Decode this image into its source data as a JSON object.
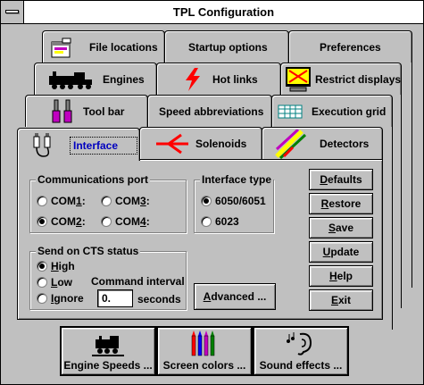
{
  "window": {
    "title": "TPL Configuration"
  },
  "tabs": {
    "row1": [
      {
        "label": "File locations",
        "icon": "folder-icon"
      },
      {
        "label": "Startup options",
        "icon": ""
      },
      {
        "label": "Preferences",
        "icon": ""
      }
    ],
    "row2": [
      {
        "label": "Engines",
        "icon": "locomotive-icon"
      },
      {
        "label": "Hot links",
        "icon": "lightning-icon"
      },
      {
        "label": "Restrict displays",
        "icon": "monitor-icon"
      }
    ],
    "row3": [
      {
        "label": "Tool bar",
        "icon": "tools-icon"
      },
      {
        "label": "Speed abbreviations",
        "icon": ""
      },
      {
        "label": "Execution grid",
        "icon": "grid-icon"
      }
    ],
    "row4": [
      {
        "label": "Interface",
        "icon": "interface-icon",
        "active": true
      },
      {
        "label": "Solenoids",
        "icon": "solenoid-icon"
      },
      {
        "label": "Detectors",
        "icon": "detector-icon"
      }
    ]
  },
  "comm_port": {
    "legend": "Communications port",
    "options": [
      {
        "pre": "COM",
        "key": "1",
        "post": ":",
        "selected": false
      },
      {
        "pre": "COM",
        "key": "3",
        "post": ":",
        "selected": false
      },
      {
        "pre": "COM",
        "key": "2",
        "post": ":",
        "selected": true
      },
      {
        "pre": "COM",
        "key": "4",
        "post": ":",
        "selected": false
      }
    ]
  },
  "interface_type": {
    "legend": "Interface type",
    "options": [
      {
        "label": "6050/6051",
        "selected": true
      },
      {
        "label": "6023",
        "selected": false
      }
    ]
  },
  "cts": {
    "legend": "Send on CTS status",
    "options": [
      {
        "key": "H",
        "rest": "igh",
        "selected": true
      },
      {
        "key": "L",
        "rest": "ow",
        "selected": false
      },
      {
        "key": "I",
        "rest": "gnore",
        "selected": false
      }
    ],
    "command_interval_label": "Command interval",
    "command_interval_value": "0.",
    "seconds_label": "seconds"
  },
  "buttons": {
    "advanced": {
      "key": "A",
      "rest": "dvanced ..."
    },
    "side": [
      {
        "key": "D",
        "rest": "efaults"
      },
      {
        "key": "R",
        "rest": "estore"
      },
      {
        "key": "S",
        "rest": "ave"
      },
      {
        "key": "U",
        "rest": "pdate"
      },
      {
        "key": "H",
        "rest": "elp"
      },
      {
        "key": "E",
        "rest": "xit"
      }
    ]
  },
  "bottom_buttons": [
    {
      "label": "Engine Speeds ...",
      "icon": "engine-speeds-icon"
    },
    {
      "label": "Screen colors ...",
      "icon": "crayons-icon"
    },
    {
      "label": "Sound effects ...",
      "icon": "ear-icon"
    }
  ]
}
